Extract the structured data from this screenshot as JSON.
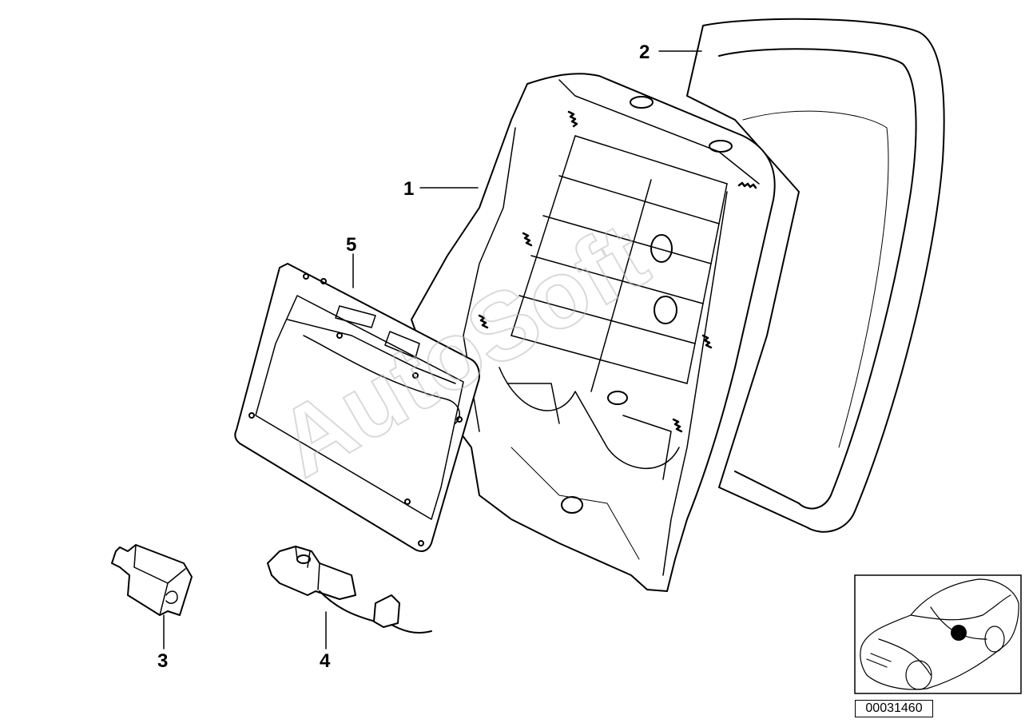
{
  "callouts": {
    "part_1": "1",
    "part_2": "2",
    "part_3": "3",
    "part_4": "4",
    "part_5": "5"
  },
  "watermark": "AutoSoft",
  "diagram_number": "00031460"
}
